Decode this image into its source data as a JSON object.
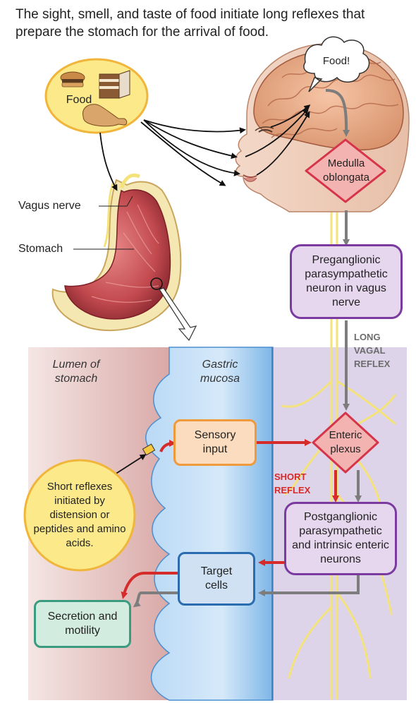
{
  "caption": "The sight, smell, and taste of food initiate long reflexes that prepare the stomach for the arrival of food.",
  "thought_bubble": "Food!",
  "food_label": "Food",
  "labels": {
    "vagus_nerve": "Vagus nerve",
    "stomach": "Stomach",
    "lumen": "Lumen of stomach",
    "mucosa": "Gastric mucosa"
  },
  "nodes": {
    "medulla": "Medulla oblongata",
    "preganglionic": "Preganglionic parasympathetic neuron in vagus nerve",
    "enteric": "Enteric plexus",
    "sensory": "Sensory input",
    "short_reflexes": "Short reflexes initiated by distension or peptides and amino acids.",
    "postganglionic": "Postganglionic parasympathetic and intrinsic enteric neurons",
    "target": "Target cells",
    "secretion": "Secretion and motility"
  },
  "reflex_labels": {
    "long": [
      "LONG",
      "VAGAL",
      "REFLEX"
    ],
    "short": [
      "SHORT",
      "REFLEX"
    ]
  },
  "colors": {
    "gray_arrow": "#7d7d7d",
    "red_arrow": "#d62b2b",
    "nerve": "#f4e27a",
    "medulla_fill": "#f3b3b1",
    "medulla_border": "#d6344a",
    "neuron_fill": "#e6d7ee",
    "neuron_border": "#7a3aa0",
    "sensory_fill": "#fbdcbf",
    "sensory_border": "#ef9a3c",
    "target_fill": "#cfe1f3",
    "target_border": "#2b6cb0",
    "secretion_fill": "#d2ece0",
    "secretion_border": "#3b9b7f",
    "food_fill": "#fbe98a",
    "food_border": "#f0b53a"
  }
}
